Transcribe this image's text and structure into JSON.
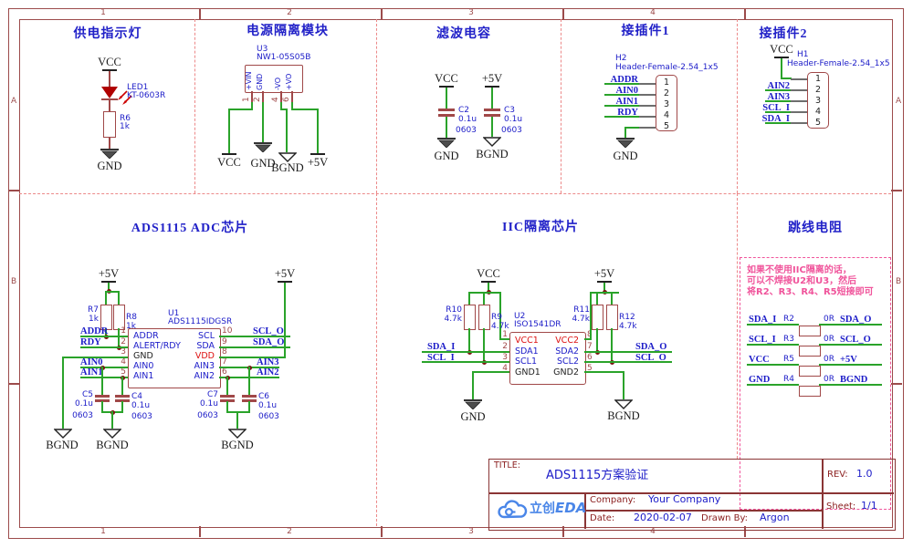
{
  "frame": {
    "cols": [
      "1",
      "2",
      "3",
      "4"
    ],
    "rows": [
      "A",
      "B"
    ]
  },
  "s1": {
    "title": "供电指示灯",
    "vcc": "VCC",
    "led_ref": "LED1",
    "led_part": "KT-0603R",
    "r_ref": "R6",
    "r_val": "1k",
    "gnd": "GND"
  },
  "s2": {
    "title": "电源隔离模块",
    "ref": "U3",
    "part": "NW1-05S05B",
    "pins": [
      {
        "n": "1",
        "l": "+VIN"
      },
      {
        "n": "2",
        "l": "GND"
      },
      {
        "n": "4",
        "l": "-VO"
      },
      {
        "n": "6",
        "l": "+VO"
      }
    ],
    "net_vcc": "VCC",
    "net_gnd": "GND",
    "net_bgnd": "BGND",
    "net_5v": "+5V"
  },
  "s3": {
    "title": "滤波电容",
    "c2": {
      "top": "VCC",
      "ref": "C2",
      "val": "0.1u",
      "pkg": "0603",
      "bot": "GND"
    },
    "c3": {
      "top": "+5V",
      "ref": "C3",
      "val": "0.1u",
      "pkg": "0603",
      "bot": "BGND"
    }
  },
  "s4": {
    "title": "接插件1",
    "ref": "H2",
    "part": "Header-Female-2.54_1x5",
    "pins": [
      "1",
      "2",
      "3",
      "4",
      "5"
    ],
    "nets": [
      "ADDR",
      "AIN0",
      "AIN1",
      "RDY"
    ],
    "gnd": "GND"
  },
  "s5": {
    "title": "接插件2",
    "ref": "H1",
    "part": "Header-Female-2.54_1x5",
    "vcc": "VCC",
    "pins": [
      "1",
      "2",
      "3",
      "4",
      "5"
    ],
    "nets": [
      "AIN2",
      "AIN3",
      "SCL_I",
      "SDA_I"
    ]
  },
  "s6": {
    "title": "ADS1115 ADC芯片",
    "p5v_l": "+5V",
    "p5v_r": "+5V",
    "r7": "R7",
    "r7v": "1k",
    "r8": "R8",
    "r8v": "1k",
    "ref": "U1",
    "part": "ADS1115IDGSR",
    "lp": [
      {
        "n": "1",
        "l": "ADDR"
      },
      {
        "n": "2",
        "l": "ALERT/RDY"
      },
      {
        "n": "3",
        "l": "GND"
      },
      {
        "n": "4",
        "l": "AIN0"
      },
      {
        "n": "5",
        "l": "AIN1"
      }
    ],
    "rp": [
      {
        "n": "10",
        "l": "SCL"
      },
      {
        "n": "9",
        "l": "SDA"
      },
      {
        "n": "8",
        "l": "VDD"
      },
      {
        "n": "7",
        "l": "AIN3"
      },
      {
        "n": "6",
        "l": "AIN2"
      }
    ],
    "ln": [
      "ADDR",
      "RDY",
      "AIN0",
      "AIN1"
    ],
    "rn": [
      "SCL_O",
      "SDA_O",
      "AIN3",
      "AIN2"
    ],
    "c5": "C5",
    "c4": "C4",
    "c7": "C7",
    "c6": "C6",
    "cv": "0.1u",
    "cp": "0603",
    "bgnd": "BGND"
  },
  "s7": {
    "title": "IIC隔离芯片",
    "vcc": "VCC",
    "p5v": "+5V",
    "r10": "R10",
    "r9": "R9",
    "r11": "R11",
    "r12": "R12",
    "rv": "4.7k",
    "ref": "U2",
    "part": "ISO1541DR",
    "lp": [
      {
        "n": "1",
        "l": "VCC1"
      },
      {
        "n": "2",
        "l": "SDA1"
      },
      {
        "n": "3",
        "l": "SCL1"
      },
      {
        "n": "4",
        "l": "GND1"
      }
    ],
    "rp": [
      {
        "n": "8",
        "l": "VCC2"
      },
      {
        "n": "7",
        "l": "SDA2"
      },
      {
        "n": "6",
        "l": "SCL2"
      },
      {
        "n": "5",
        "l": "GND2"
      }
    ],
    "ln": [
      "SDA_I",
      "SCL_I"
    ],
    "rn": [
      "SDA_O",
      "SCL_O"
    ],
    "gnd": "GND",
    "bgnd": "BGND"
  },
  "s8": {
    "title": "跳线电阻",
    "note": [
      "如果不使用IIC隔离的话，",
      "可以不焊接U2和U3，然后",
      "将R2、R3、R4、R5短接即可"
    ],
    "rows": [
      {
        "l": "SDA_I",
        "r": "R2",
        "v": "0R",
        "rr": "SDA_O"
      },
      {
        "l": "SCL_I",
        "r": "R3",
        "v": "0R",
        "rr": "SCL_O"
      },
      {
        "l": "VCC",
        "r": "R5",
        "v": "0R",
        "rr": "+5V"
      },
      {
        "l": "GND",
        "r": "R4",
        "v": "0R",
        "rr": "BGND"
      }
    ]
  },
  "tb": {
    "title_label": "TITLE:",
    "title": "ADS1115方案验证",
    "rev_label": "REV:",
    "rev": "1.0",
    "company_label": "Company:",
    "company": "Your Company",
    "sheet_label": "Sheet:",
    "sheet": "1/1",
    "date_label": "Date:",
    "date": "2020-02-07",
    "drawn_label": "Drawn By:",
    "drawn": "Argon",
    "logo_cn": "立创",
    "logo_en": "EDA"
  },
  "colors": {
    "wire_green": "#2aa32a",
    "component_outline": "#a04848",
    "label_blue": "#1c1cc8",
    "net_black": "#1a1a1a",
    "frame_red": "#9c4b4b",
    "dashed_red": "#ec8989",
    "note_pink": "#f0549b",
    "power_red": "#dd1111",
    "logo_blue": "#4a86e8"
  }
}
